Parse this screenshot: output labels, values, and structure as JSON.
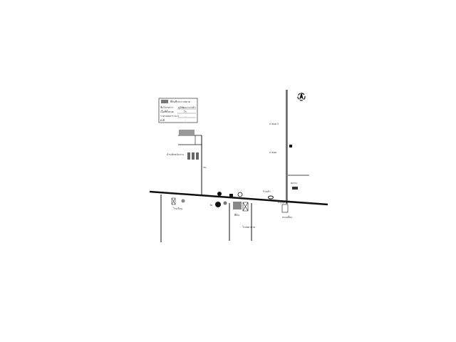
{
  "map": {
    "legend": {
      "title": "ที่ดินที่ประกาศขาย",
      "rows": [
        {
          "label": "ชื่อโครงการ",
          "value": "ภูมิพัฒนาการค้า"
        },
        {
          "label": "เนื้อที่ทั้งหมด",
          "value": "ไร่"
        },
        {
          "label": "ราคาต่อตารางวา",
          "value": "-"
        },
        {
          "label": "ผังสี",
          "value": "-"
        }
      ]
    },
    "labels": {
      "village": "บ้านพักพนักงาน",
      "road_north_1": "ถ.ซอย 1",
      "road_north_2": "ถ.ซอย",
      "temple": "วัด",
      "school": "โรงเรียน",
      "shop": "ร้านค้า",
      "market": "ตลาด",
      "hospital": "โรงพยาบาล",
      "main_road": "ถ.สุขุมวิท",
      "km": "กม.",
      "site": "ที่ดิน",
      "right_label": "ถนนเลี่ยง"
    },
    "colors": {
      "site": "#888888",
      "line": "#111111"
    }
  }
}
